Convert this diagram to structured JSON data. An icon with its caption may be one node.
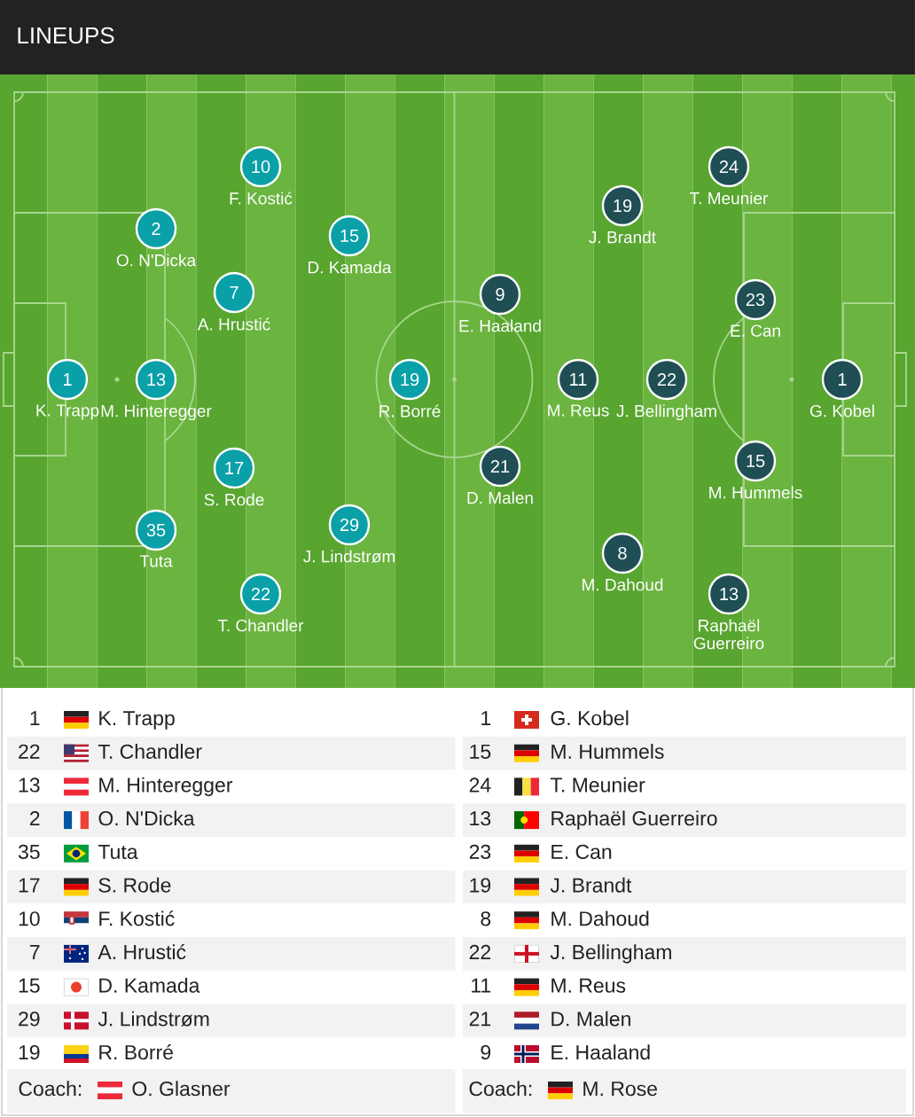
{
  "diagram": {
    "title": "LINEUPS",
    "nodes": [
      {
        "text": [
          "1"
        ],
        "beside": [
          "K. Trapp"
        ]
      },
      {
        "text": [
          "22"
        ],
        "beside": [
          "T. Chandler"
        ]
      },
      {
        "text": [
          "13"
        ],
        "beside": [
          "M. Hinteregger"
        ]
      },
      {
        "text": [
          "2"
        ],
        "beside": [
          "O. N'Dicka"
        ]
      },
      {
        "text": [
          "35"
        ],
        "beside": [
          "Tuta"
        ]
      },
      {
        "text": [
          "17"
        ],
        "beside": [
          "S. Rode"
        ]
      },
      {
        "text": [
          "10"
        ],
        "beside": [
          "F. Kostić"
        ]
      },
      {
        "text": [
          "7"
        ],
        "beside": [
          "A. Hrustić"
        ]
      },
      {
        "text": [
          "15"
        ],
        "beside": [
          "D. Kamada"
        ]
      },
      {
        "text": [
          "29"
        ],
        "beside": [
          "J. Lindstrøm"
        ]
      },
      {
        "text": [
          "19"
        ],
        "beside": [
          "R. Borré"
        ]
      },
      {
        "text": [
          "1"
        ],
        "beside": [
          "G. Kobel"
        ]
      },
      {
        "text": [
          "15"
        ],
        "beside": [
          "M. Hummels"
        ]
      },
      {
        "text": [
          "24"
        ],
        "beside": [
          "T. Meunier"
        ]
      },
      {
        "text": [
          "13"
        ],
        "beside": [
          "Raphaël Guerreiro"
        ]
      },
      {
        "text": [
          "23"
        ],
        "beside": [
          "E. Can"
        ]
      },
      {
        "text": [
          "19"
        ],
        "beside": [
          "J. Brandt"
        ]
      },
      {
        "text": [
          "8"
        ],
        "beside": [
          "M. Dahoud"
        ]
      },
      {
        "text": [
          "22"
        ],
        "beside": [
          "J. Bellingham"
        ]
      },
      {
        "text": [
          "11"
        ],
        "beside": [
          "M. Reus"
        ]
      },
      {
        "text": [
          "21"
        ],
        "beside": [
          "D. Malen"
        ]
      },
      {
        "text": [
          "9"
        ],
        "beside": [
          "E. Haaland"
        ]
      }
    ],
    "labels": [
      "1",
      "K. Trapp",
      "1",
      "G. Kobel",
      "22",
      "T. Chandler",
      "15",
      "M. Hummels",
      "13",
      "M. Hinteregger",
      "24",
      "T. Meunier",
      "2",
      "O. N'Dicka",
      "13",
      "Raphaël Guerreiro",
      "35",
      "Tuta",
      "23",
      "E. Can",
      "17",
      "S. Rode",
      "19",
      "J. Brandt",
      "10",
      "F. Kostić",
      "8",
      "M. Dahoud",
      "7",
      "A. Hrustić",
      "22",
      "J. Bellingham",
      "15",
      "D. Kamada",
      "11",
      "M. Reus",
      "29",
      "J. Lindstrøm",
      "21",
      "D. Malen",
      "19",
      "R. Borré",
      "9",
      "E. Haaland",
      "Coach:",
      "O. Glasner",
      "Coach:",
      "M. Rose"
    ]
  }
}
